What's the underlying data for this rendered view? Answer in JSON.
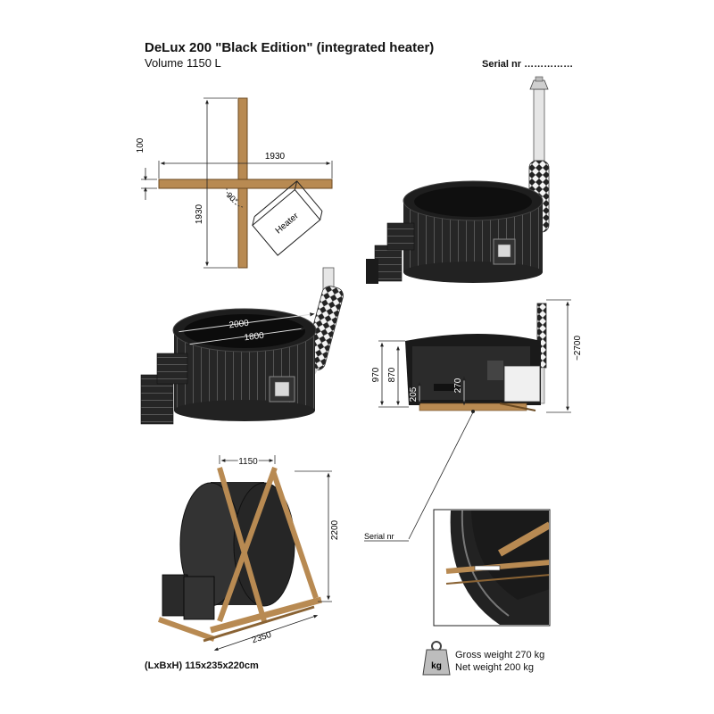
{
  "header": {
    "title": "DeLux 200 \"Black Edition\"  (integrated heater)",
    "volume": "Volume 1150 L",
    "serial": "Serial nr ……………"
  },
  "plan_view": {
    "dim_width": "1930",
    "dim_height": "1930",
    "dim_thickness": "100",
    "angle": "90°",
    "heater_label": "Heater"
  },
  "tub_top_view": {
    "dim_outer": "2000",
    "dim_inner": "1800"
  },
  "side_section": {
    "dim_total_height": "~2700",
    "dim_outer_height": "970",
    "dim_inner_height": "870",
    "dim_bench": "270",
    "dim_base": "205"
  },
  "transport": {
    "dim_depth": "1150",
    "dim_height": "2200",
    "dim_length": "2350"
  },
  "detail": {
    "serial_label": "Serial nr"
  },
  "footer": {
    "dimensions": "(LxBxH) 115x235x220cm",
    "gross_weight": "Gross weight 270 kg",
    "net_weight": "Net weight 200 kg",
    "weight_icon_label": "kg"
  },
  "colors": {
    "wood": "#b88a52",
    "tub": "#2a2a2a",
    "tub_dark": "#1c1c1c",
    "steel": "#e2e2e2"
  }
}
